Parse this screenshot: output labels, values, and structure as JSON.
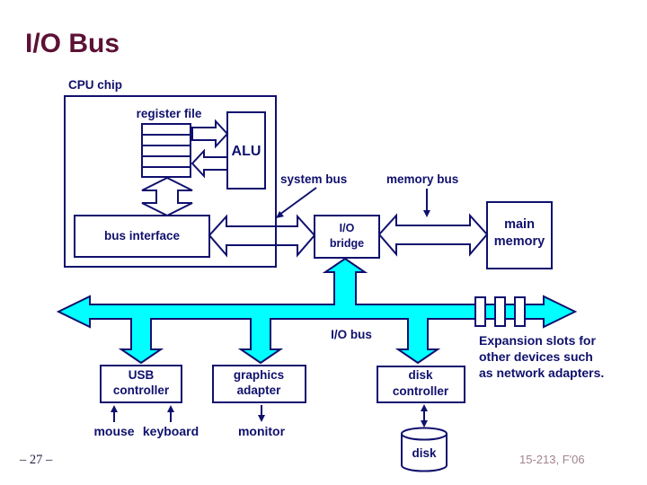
{
  "slide": {
    "title": "I/O Bus",
    "page_number": "– 27 –",
    "course_footer": "15-213, F'06"
  },
  "cpu_chip": {
    "label": "CPU chip",
    "register_file_label": "register file",
    "alu_label": "ALU",
    "bus_interface_label": "bus interface"
  },
  "bus_labels": {
    "system_bus": "system bus",
    "memory_bus": "memory bus",
    "io_bus": "I/O bus"
  },
  "components": {
    "io_bridge": {
      "line1": "I/O",
      "line2": "bridge"
    },
    "main_memory": {
      "line1": "main",
      "line2": "memory"
    },
    "usb_controller": {
      "line1": "USB",
      "line2": "controller"
    },
    "graphics_adapter": {
      "line1": "graphics",
      "line2": "adapter"
    },
    "disk_controller": {
      "line1": "disk",
      "line2": "controller"
    },
    "disk": {
      "label": "disk"
    }
  },
  "peripherals": {
    "mouse": "mouse",
    "keyboard": "keyboard",
    "monitor": "monitor"
  },
  "annotations": {
    "expansion_note": {
      "line1": "Expansion slots for",
      "line2": "other devices such",
      "line3": "as network adapters."
    }
  },
  "colors": {
    "title_maroon": "#5c1135",
    "diagram_navy": "#10106e",
    "io_bus_cyan": "#00ffff",
    "footer_gray": "#a28391",
    "background": "#ffffff"
  }
}
